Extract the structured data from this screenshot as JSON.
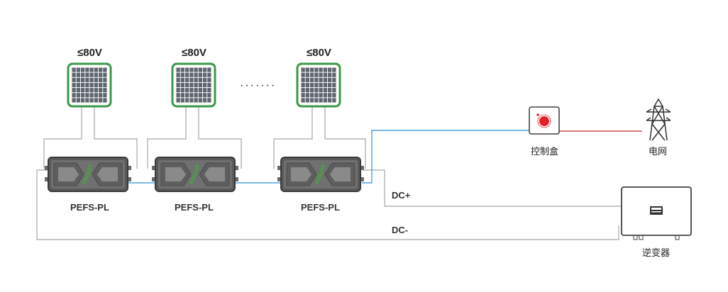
{
  "voltage_limit": "≤80V",
  "ellipsis": "·······",
  "optimizer_label": "PEFS-PL",
  "brand_text": "PROJOY",
  "labels": {
    "control_box": "控制盒",
    "grid": "电网",
    "inverter": "逆变器",
    "dc_plus": "DC+",
    "dc_minus": "DC-"
  },
  "colors": {
    "panel_border": "#3a9a48",
    "panel_cell": "#5f6670",
    "device_body": "#5a5a5a",
    "brand_green": "#3fae3a",
    "wire_gray": "#a8a8a8",
    "wire_blue": "#2f8fd6",
    "wire_red": "#c8262b",
    "control_dot": "#e0202a"
  }
}
